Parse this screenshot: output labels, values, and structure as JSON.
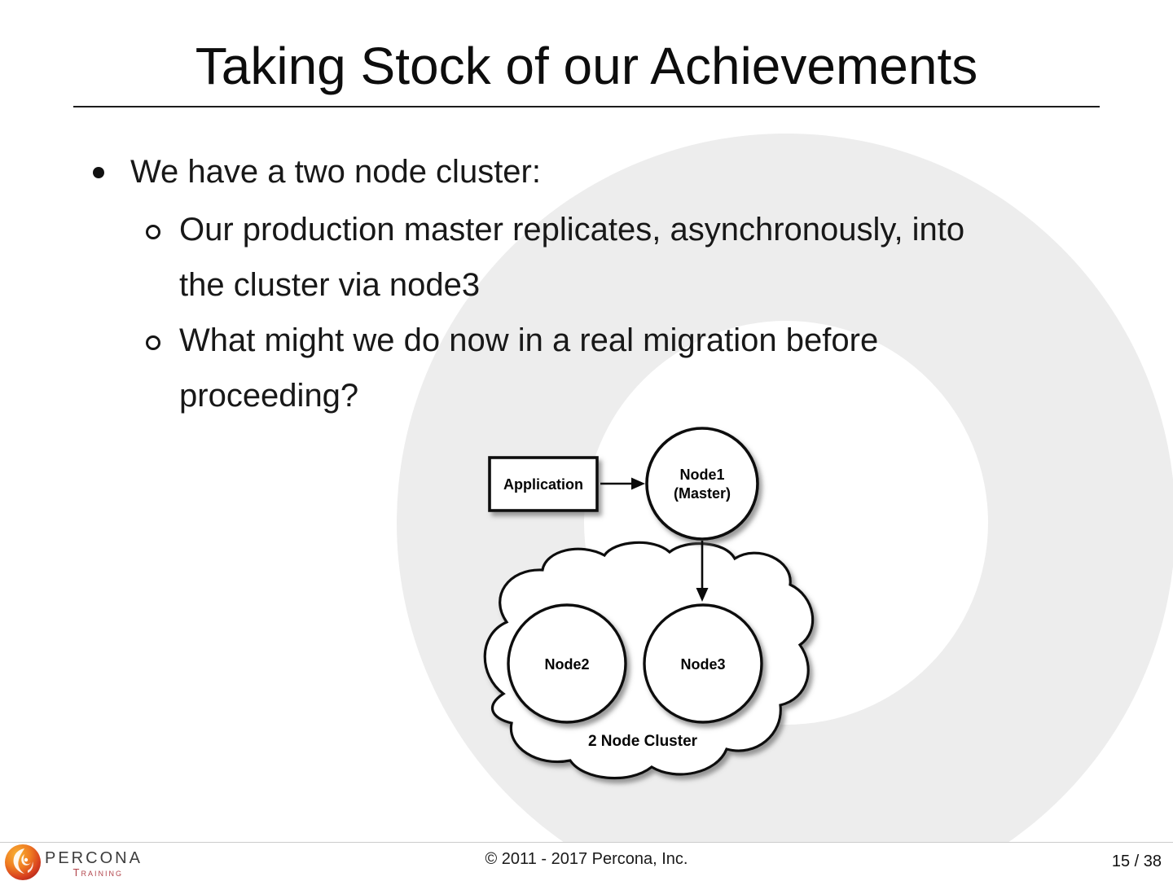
{
  "slide": {
    "title": "Taking Stock of our Achievements",
    "bullets": [
      {
        "level": 1,
        "lines": [
          "We have a two node cluster:"
        ]
      },
      {
        "level": 2,
        "lines": [
          "Our production master replicates, asynchronously, into",
          "the cluster via node3"
        ]
      },
      {
        "level": 2,
        "lines": [
          "What might we do now in a real migration before",
          "proceeding?"
        ]
      }
    ]
  },
  "diagram": {
    "application_label": "Application",
    "node1_label": "Node1",
    "node1_sublabel": "(Master)",
    "node2_label": "Node2",
    "node3_label": "Node3",
    "cluster_label": "2 Node Cluster"
  },
  "footer": {
    "logo_primary": "PERCONA",
    "logo_secondary": "Training",
    "copyright": "© 2011 - 2017 Percona, Inc.",
    "page_indicator": "15 / 38"
  },
  "colors": {
    "watermark_gray": "#ededed",
    "accent_red": "#b2444b",
    "line_gray": "#cccccc"
  }
}
